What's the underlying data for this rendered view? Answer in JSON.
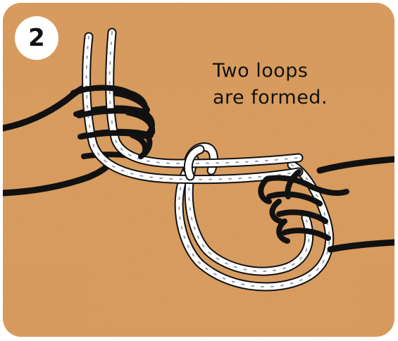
{
  "step": {
    "number": "2"
  },
  "caption": {
    "line1": "Two loops",
    "line2": "are formed."
  },
  "colors": {
    "background": "#d99a5b",
    "outline": "#111111",
    "rope": "#ffffff",
    "rope_stripe": "#9a9aa8"
  },
  "illustration": {
    "left_hand": "hand-icon",
    "right_hand": "hand-icon",
    "rope": "rope-icon"
  }
}
